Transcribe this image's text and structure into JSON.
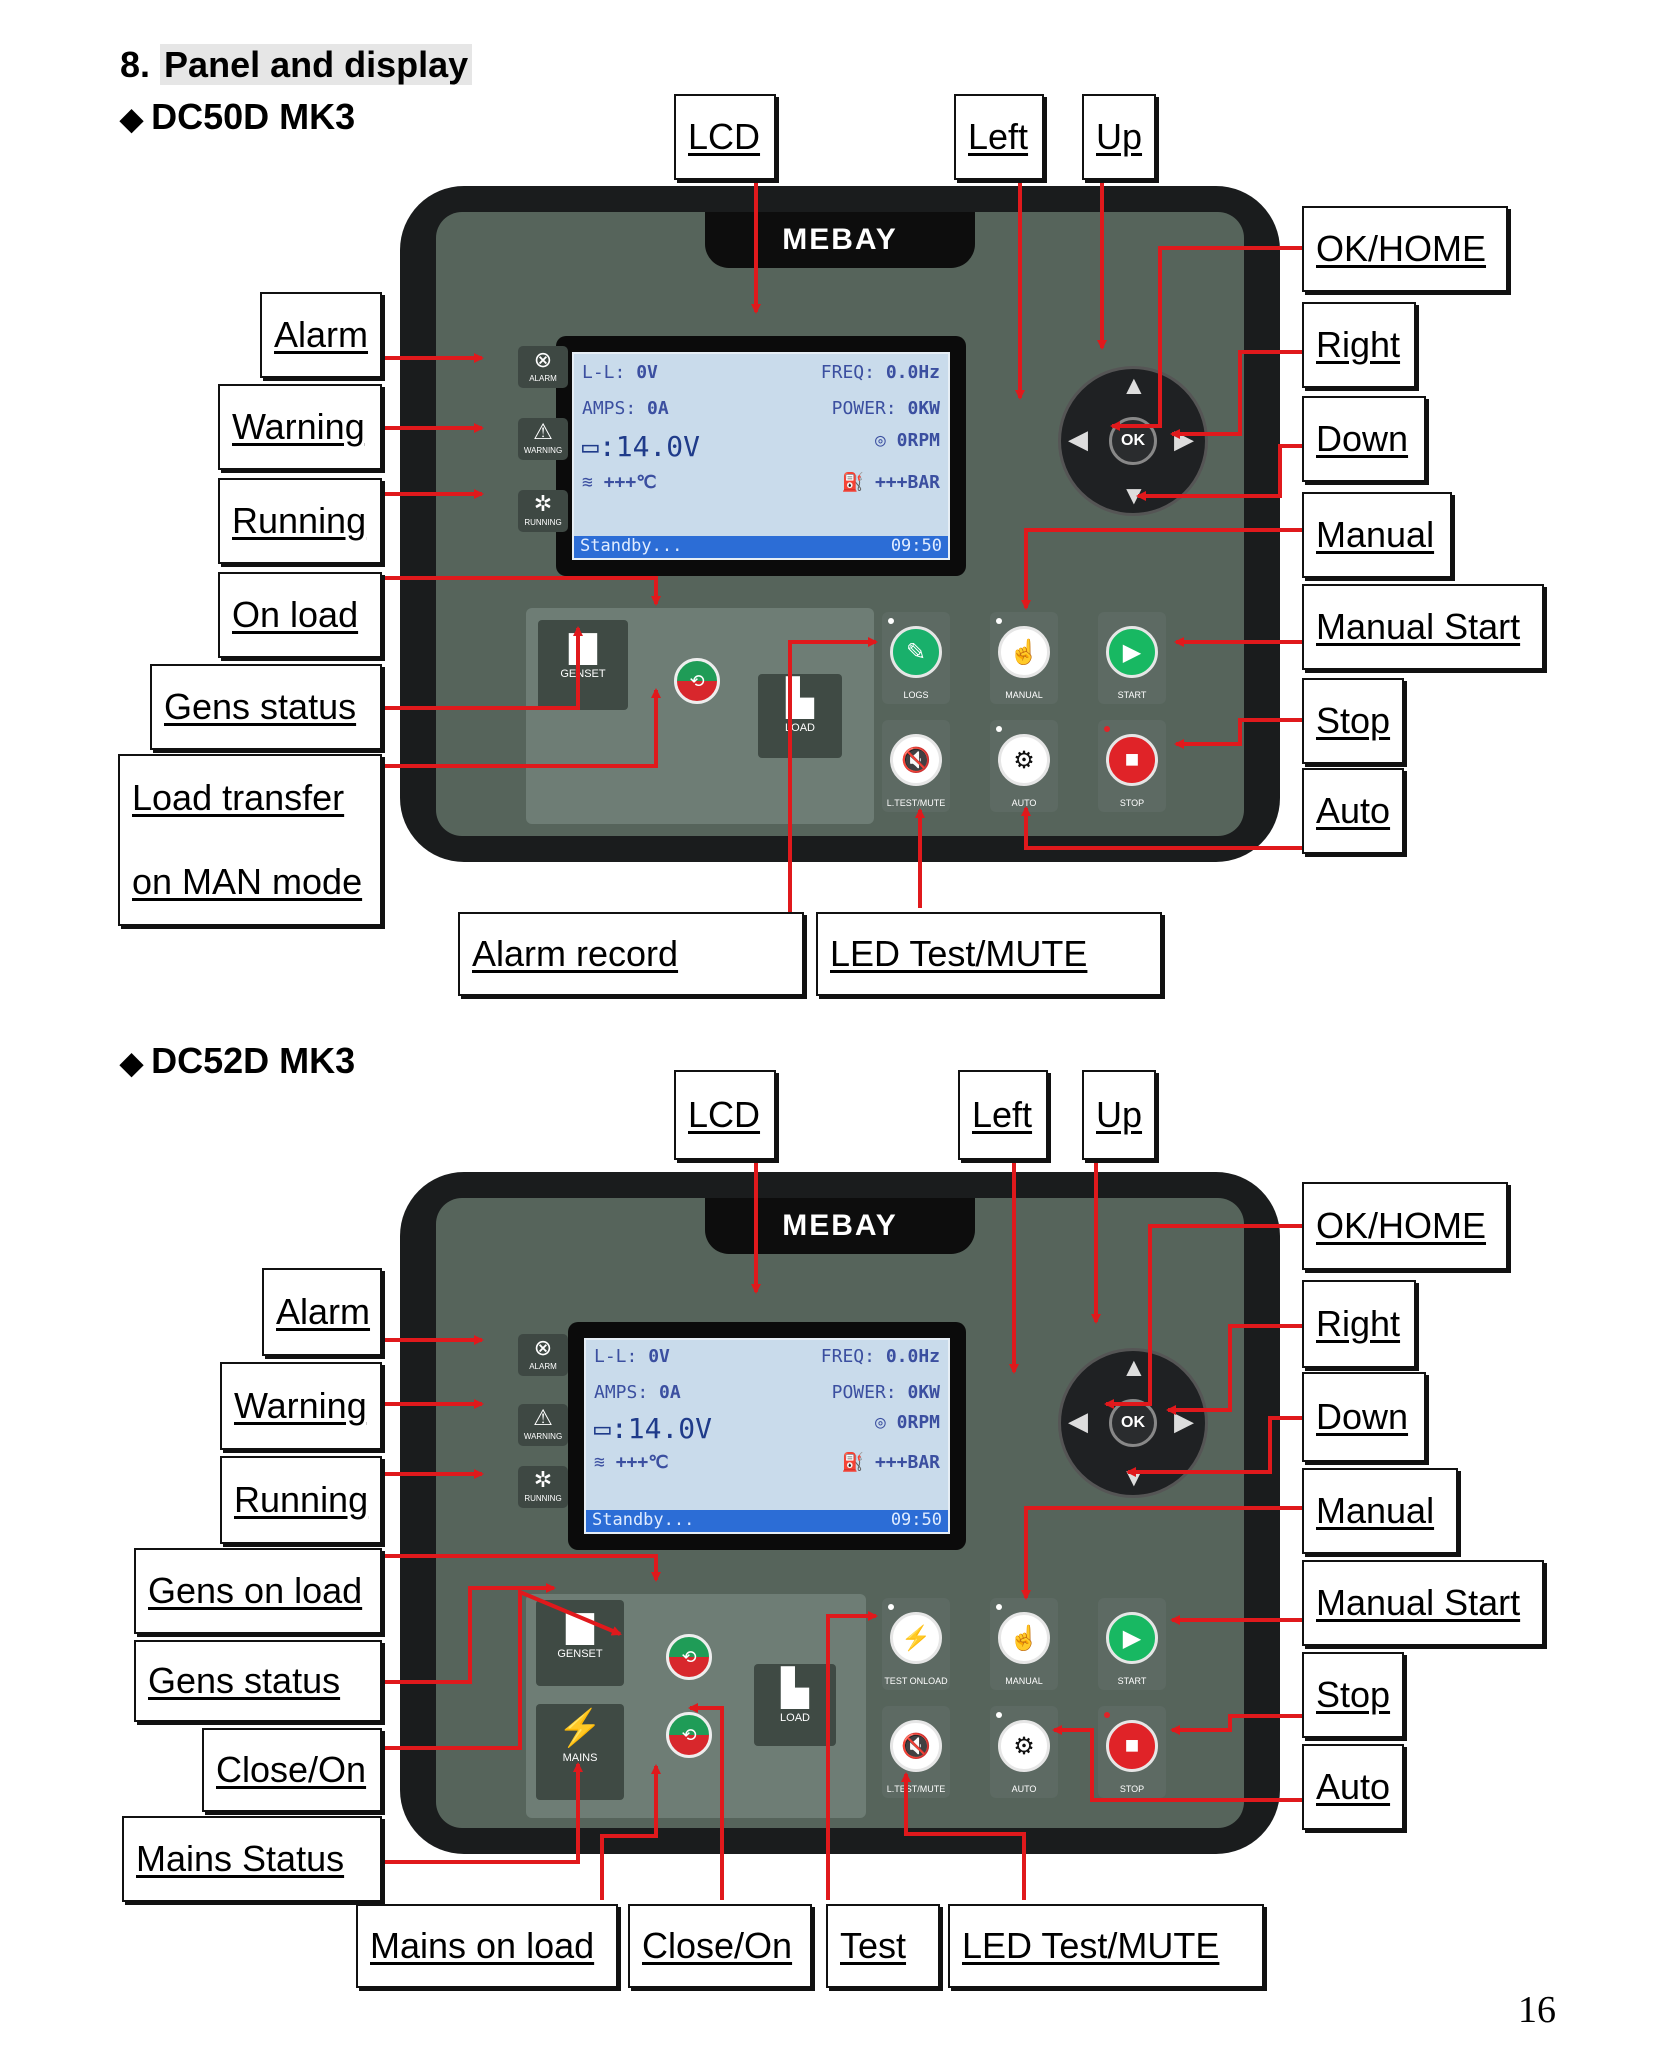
{
  "section_heading": {
    "number": "8.",
    "title": "Panel and display"
  },
  "models": [
    {
      "name": "DC50D MK3",
      "brand": "MEBAY",
      "labels": {
        "lcd": "LCD",
        "left": "Left",
        "up": "Up",
        "ok_home": "OK/HOME",
        "right": "Right",
        "down": "Down",
        "manual": "Manual",
        "manual_start": "Manual Start",
        "stop": "Stop",
        "auto": "Auto",
        "alarm": "Alarm",
        "warning": "Warning",
        "running": "Running",
        "on_load": "On load",
        "gens_status": "Gens status",
        "load_transfer_1": "Load transfer ",
        "load_transfer_2": "on MAN mode",
        "alarm_record": "Alarm record",
        "led_test_mute": "LED Test/MUTE"
      }
    },
    {
      "name": "DC52D MK3",
      "brand": "MEBAY",
      "labels": {
        "lcd": "LCD",
        "left": "Left",
        "up": "Up",
        "ok_home": "OK/HOME",
        "right": "Right",
        "down": "Down",
        "manual": "Manual",
        "manual_start": "Manual Start",
        "stop": "Stop",
        "auto": "Auto",
        "alarm": "Alarm",
        "warning": "Warning",
        "running": "Running",
        "gens_on_load": "Gens on load",
        "gens_status": "Gens  status",
        "close_on_left": "Close/On",
        "mains_status": "Mains  Status",
        "mains_on_load": "Mains on load",
        "close_on_bottom": "Close/On",
        "test": "Test",
        "led_test_mute": "LED Test/MUTE"
      }
    }
  ],
  "lcd_screen": {
    "ll": "L-L:",
    "ll_val": "0V",
    "freq": "FREQ:",
    "freq_val": "0.0Hz",
    "amps": "AMPS:",
    "amps_val": "0A",
    "power": "POWER:",
    "power_val": "0KW",
    "batt_val": "14.0V",
    "rpm_val": "0RPM",
    "temp_val": "+++℃",
    "oil_val": "+++BAR",
    "status": "Standby...",
    "time": "09:50"
  },
  "panel_text": {
    "alarm": "ALARM",
    "warning": "WARNING",
    "running": "RUNNING",
    "genset": "GENSET",
    "load": "LOAD",
    "mains": "MAINS",
    "logs": "LOGS",
    "test_onload": "TEST ONLOAD",
    "manual": "MANUAL",
    "start": "START",
    "ltest_mute": "L.TEST/MUTE",
    "auto": "AUTO",
    "stop": "STOP",
    "ok": "OK"
  },
  "page_number": "16",
  "colors": {
    "arrow": "#e0191c",
    "panel": "#56645b",
    "bezel": "#1a1c1d",
    "start_green": "#18b862",
    "stop_red": "#e02328",
    "logs_green": "#19b06b"
  }
}
